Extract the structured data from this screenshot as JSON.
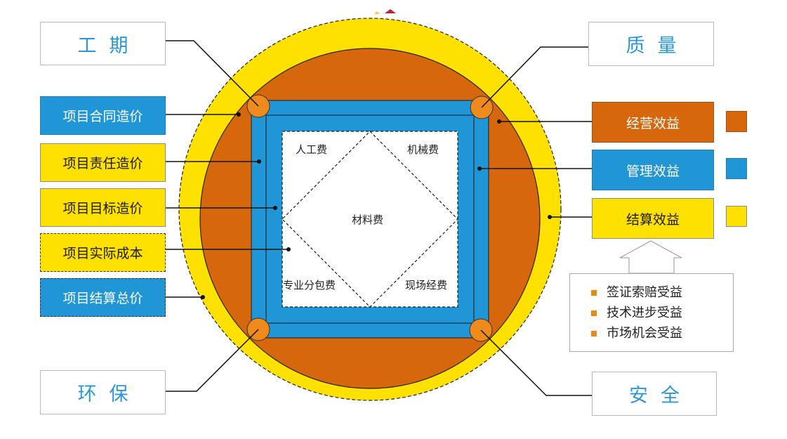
{
  "corners": {
    "top_left": "工期",
    "top_right": "质量",
    "bottom_left": "环保",
    "bottom_right": "安全"
  },
  "cost_levels": [
    {
      "label": "项目合同造价",
      "style": "blue"
    },
    {
      "label": "项目责任造价",
      "style": "yellow"
    },
    {
      "label": "项目目标造价",
      "style": "yellow"
    },
    {
      "label": "项目实际成本",
      "style": "yellow-dashed"
    },
    {
      "label": "项目结算总价",
      "style": "blue-dashed"
    }
  ],
  "benefits": [
    {
      "label": "经营效益",
      "color": "#d7670c"
    },
    {
      "label": "管理效益",
      "color": "#2196d6"
    },
    {
      "label": "结算效益",
      "color": "#ffe100"
    }
  ],
  "benefit_sources": [
    "签证索赔受益",
    "技术进步受益",
    "市场机会受益"
  ],
  "inner_costs": {
    "labor": "人工费",
    "machinery": "机械费",
    "material": "材料费",
    "subcontract": "专业分包费",
    "site": "现场经费"
  },
  "colors": {
    "outer_ring": "#ffe100",
    "inner_circle": "#d7670c",
    "square_frame": "#2196d6",
    "bullet": "#e88a1a",
    "corner_text": "#2a97d6"
  }
}
